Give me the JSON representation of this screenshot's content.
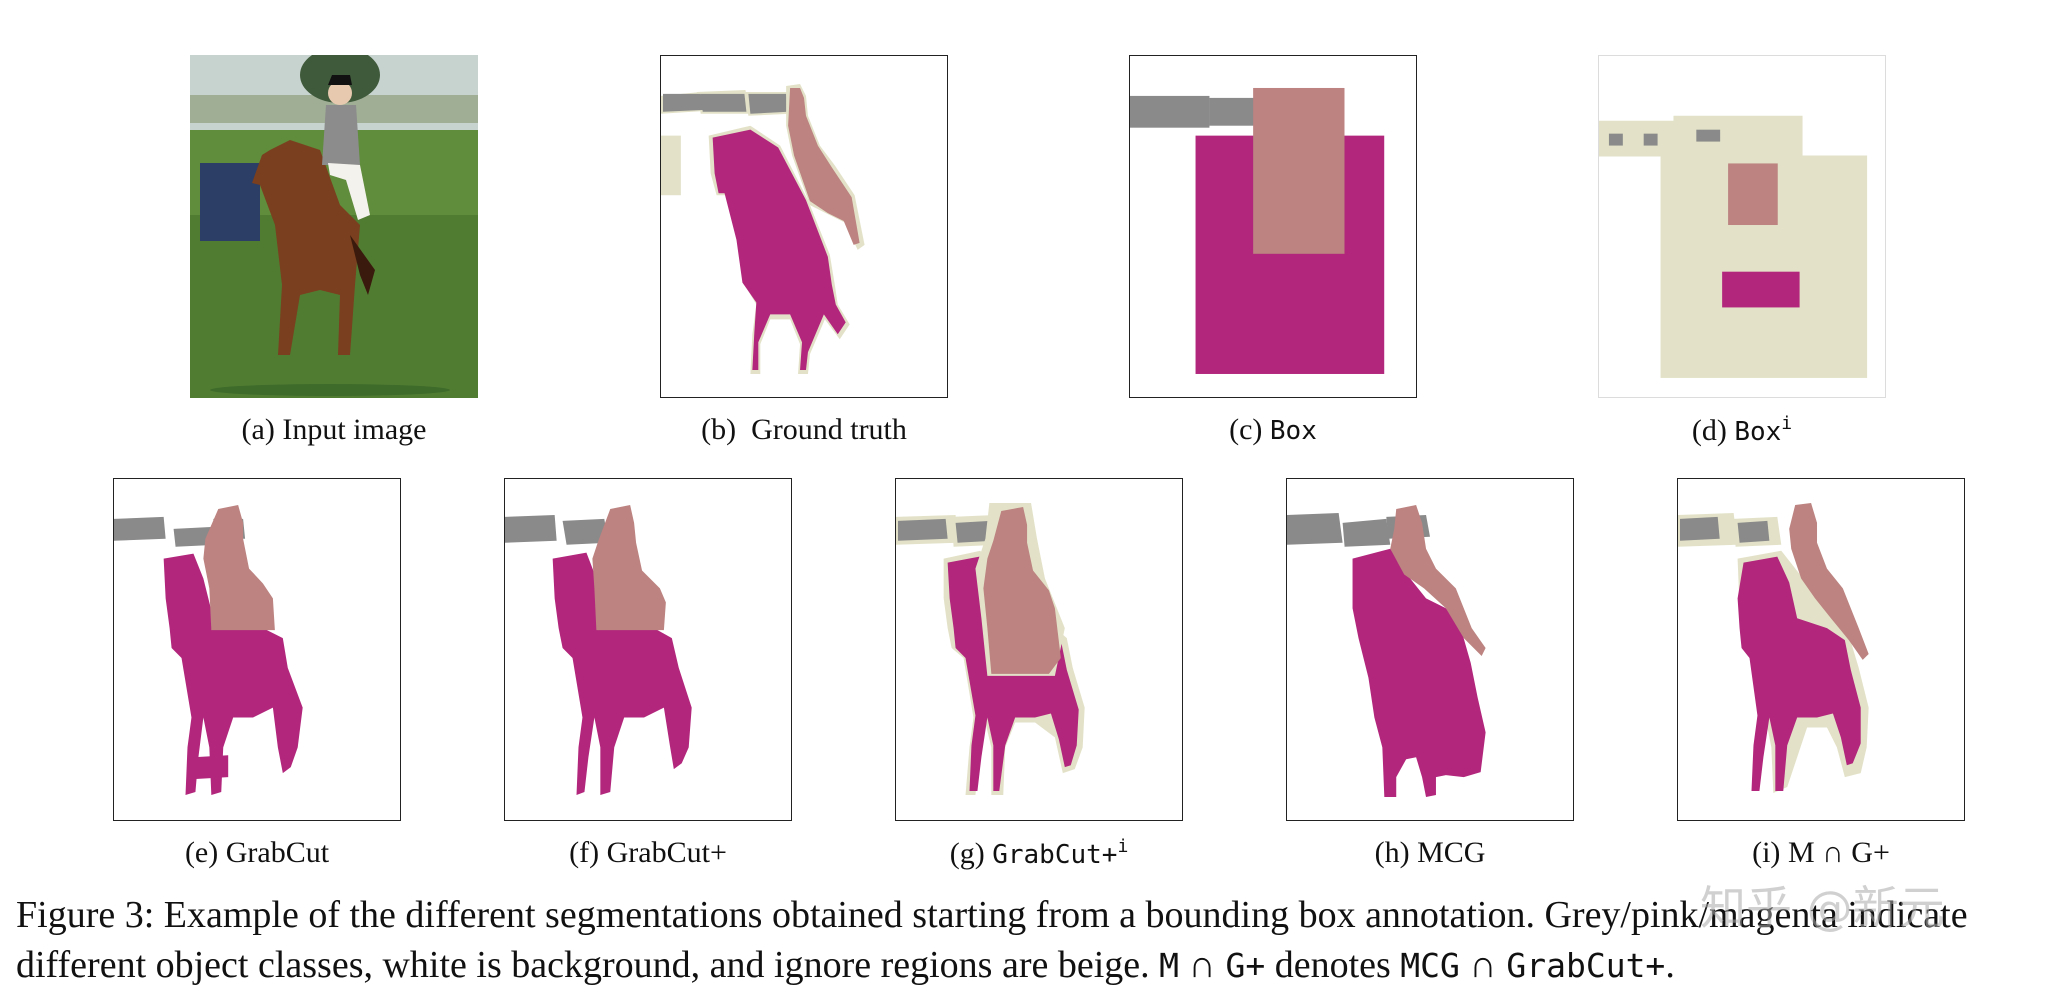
{
  "colors": {
    "grey": "#8a8a8a",
    "pink": "#bc8380",
    "magenta": "#b2267c",
    "beige": "#e3e2c8",
    "white": "#ffffff"
  },
  "panels": [
    {
      "prefix": "(a)",
      "name": "Input image"
    },
    {
      "prefix": "(b)",
      "name": "Ground truth"
    },
    {
      "prefix": "(c)",
      "name": "Box"
    },
    {
      "prefix": "(d)",
      "name": "Box",
      "sup": "i"
    },
    {
      "prefix": "(e)",
      "name": "GrabCut"
    },
    {
      "prefix": "(f)",
      "name": "GrabCut+"
    },
    {
      "prefix": "(g)",
      "name": "GrabCut+",
      "sup": "i"
    },
    {
      "prefix": "(h)",
      "name": "MCG"
    },
    {
      "prefix": "(i)",
      "name": "M ∩ G+"
    }
  ],
  "caption": {
    "lead": "Figure 3:",
    "text1": " Example of the different segmentations obtained starting from a bounding box annotation. Grey/pink/magenta indicate different object classes, white is background, and ignore regions are beige. ",
    "mono1": "M",
    "text2": " ∩ ",
    "mono2": "G+",
    "text3": " denotes ",
    "mono3": "MCG",
    "text4": " ∩ ",
    "mono4": "GrabCut+",
    "text5": "."
  },
  "watermark": "知乎 @新元"
}
